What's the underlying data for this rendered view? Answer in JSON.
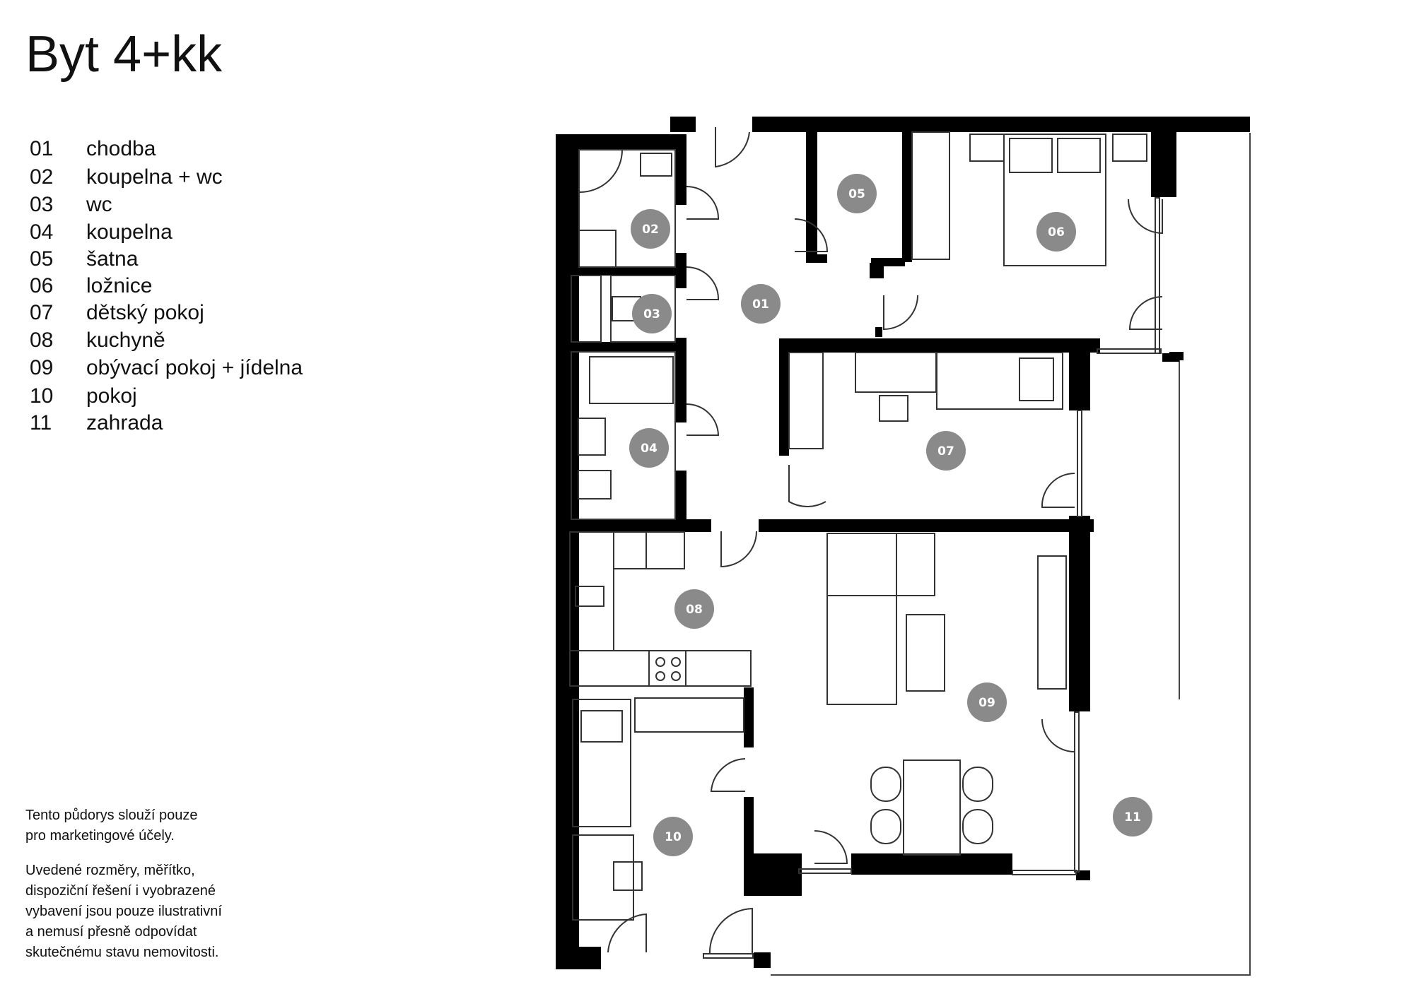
{
  "title": "Byt 4+kk",
  "legend": [
    {
      "num": "01",
      "label": "chodba"
    },
    {
      "num": "02",
      "label": "koupelna + wc"
    },
    {
      "num": "03",
      "label": "wc"
    },
    {
      "num": "04",
      "label": "koupelna"
    },
    {
      "num": "05",
      "label": "šatna"
    },
    {
      "num": "06",
      "label": "ložnice"
    },
    {
      "num": "07",
      "label": "dětský pokoj"
    },
    {
      "num": "08",
      "label": "kuchyně"
    },
    {
      "num": "09",
      "label": "obývací pokoj + jídelna"
    },
    {
      "num": "10",
      "label": "pokoj"
    },
    {
      "num": "11",
      "label": "zahrada"
    }
  ],
  "disclaimer": {
    "p1": "Tento půdorys slouží pouze\npro marketingové účely.",
    "p2": "Uvedené rozměry, měřítko,\ndispoziční řešení i vyobrazené\nvybavení jsou pouze ilustrativní\na nemusí přesně odpovídat\nskutečnému stavu nemovitosti."
  },
  "badges": {
    "b01": "01",
    "b02": "02",
    "b03": "03",
    "b04": "04",
    "b05": "05",
    "b06": "06",
    "b07": "07",
    "b08": "08",
    "b09": "09",
    "b10": "10",
    "b11": "11"
  },
  "colors": {
    "wall": "#000000",
    "badge": "#8a8a8a",
    "line": "#333333"
  }
}
